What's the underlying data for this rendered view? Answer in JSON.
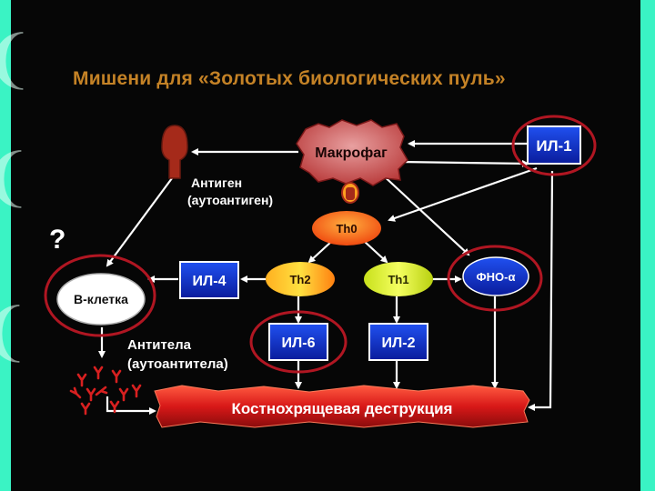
{
  "title": "Мишени для «Золотых биологических пуль»",
  "nodes": {
    "macrophage": "Макрофаг",
    "antigen_line1": "Антиген",
    "antigen_line2": "(аутоантиген)",
    "th0": "Th0",
    "th1": "Th1",
    "th2": "Th2",
    "il1": "ИЛ-1",
    "il2": "ИЛ-2",
    "il4": "ИЛ-4",
    "il6": "ИЛ-6",
    "tnf": "ФНО-α",
    "bcell": "В-клетка",
    "antibodies_line1": "Антитела",
    "antibodies_line2": "(аутоантитела)",
    "question": "?",
    "destruction": "Костнохрящевая  деструкция"
  },
  "colors": {
    "background": "#3af3c4",
    "slide": "#060606",
    "title": "#c48226",
    "blue_box": "#1230c8",
    "highlight_ring": "#b01622",
    "receptor": "#a52a1a",
    "destruction": "#d81818"
  }
}
